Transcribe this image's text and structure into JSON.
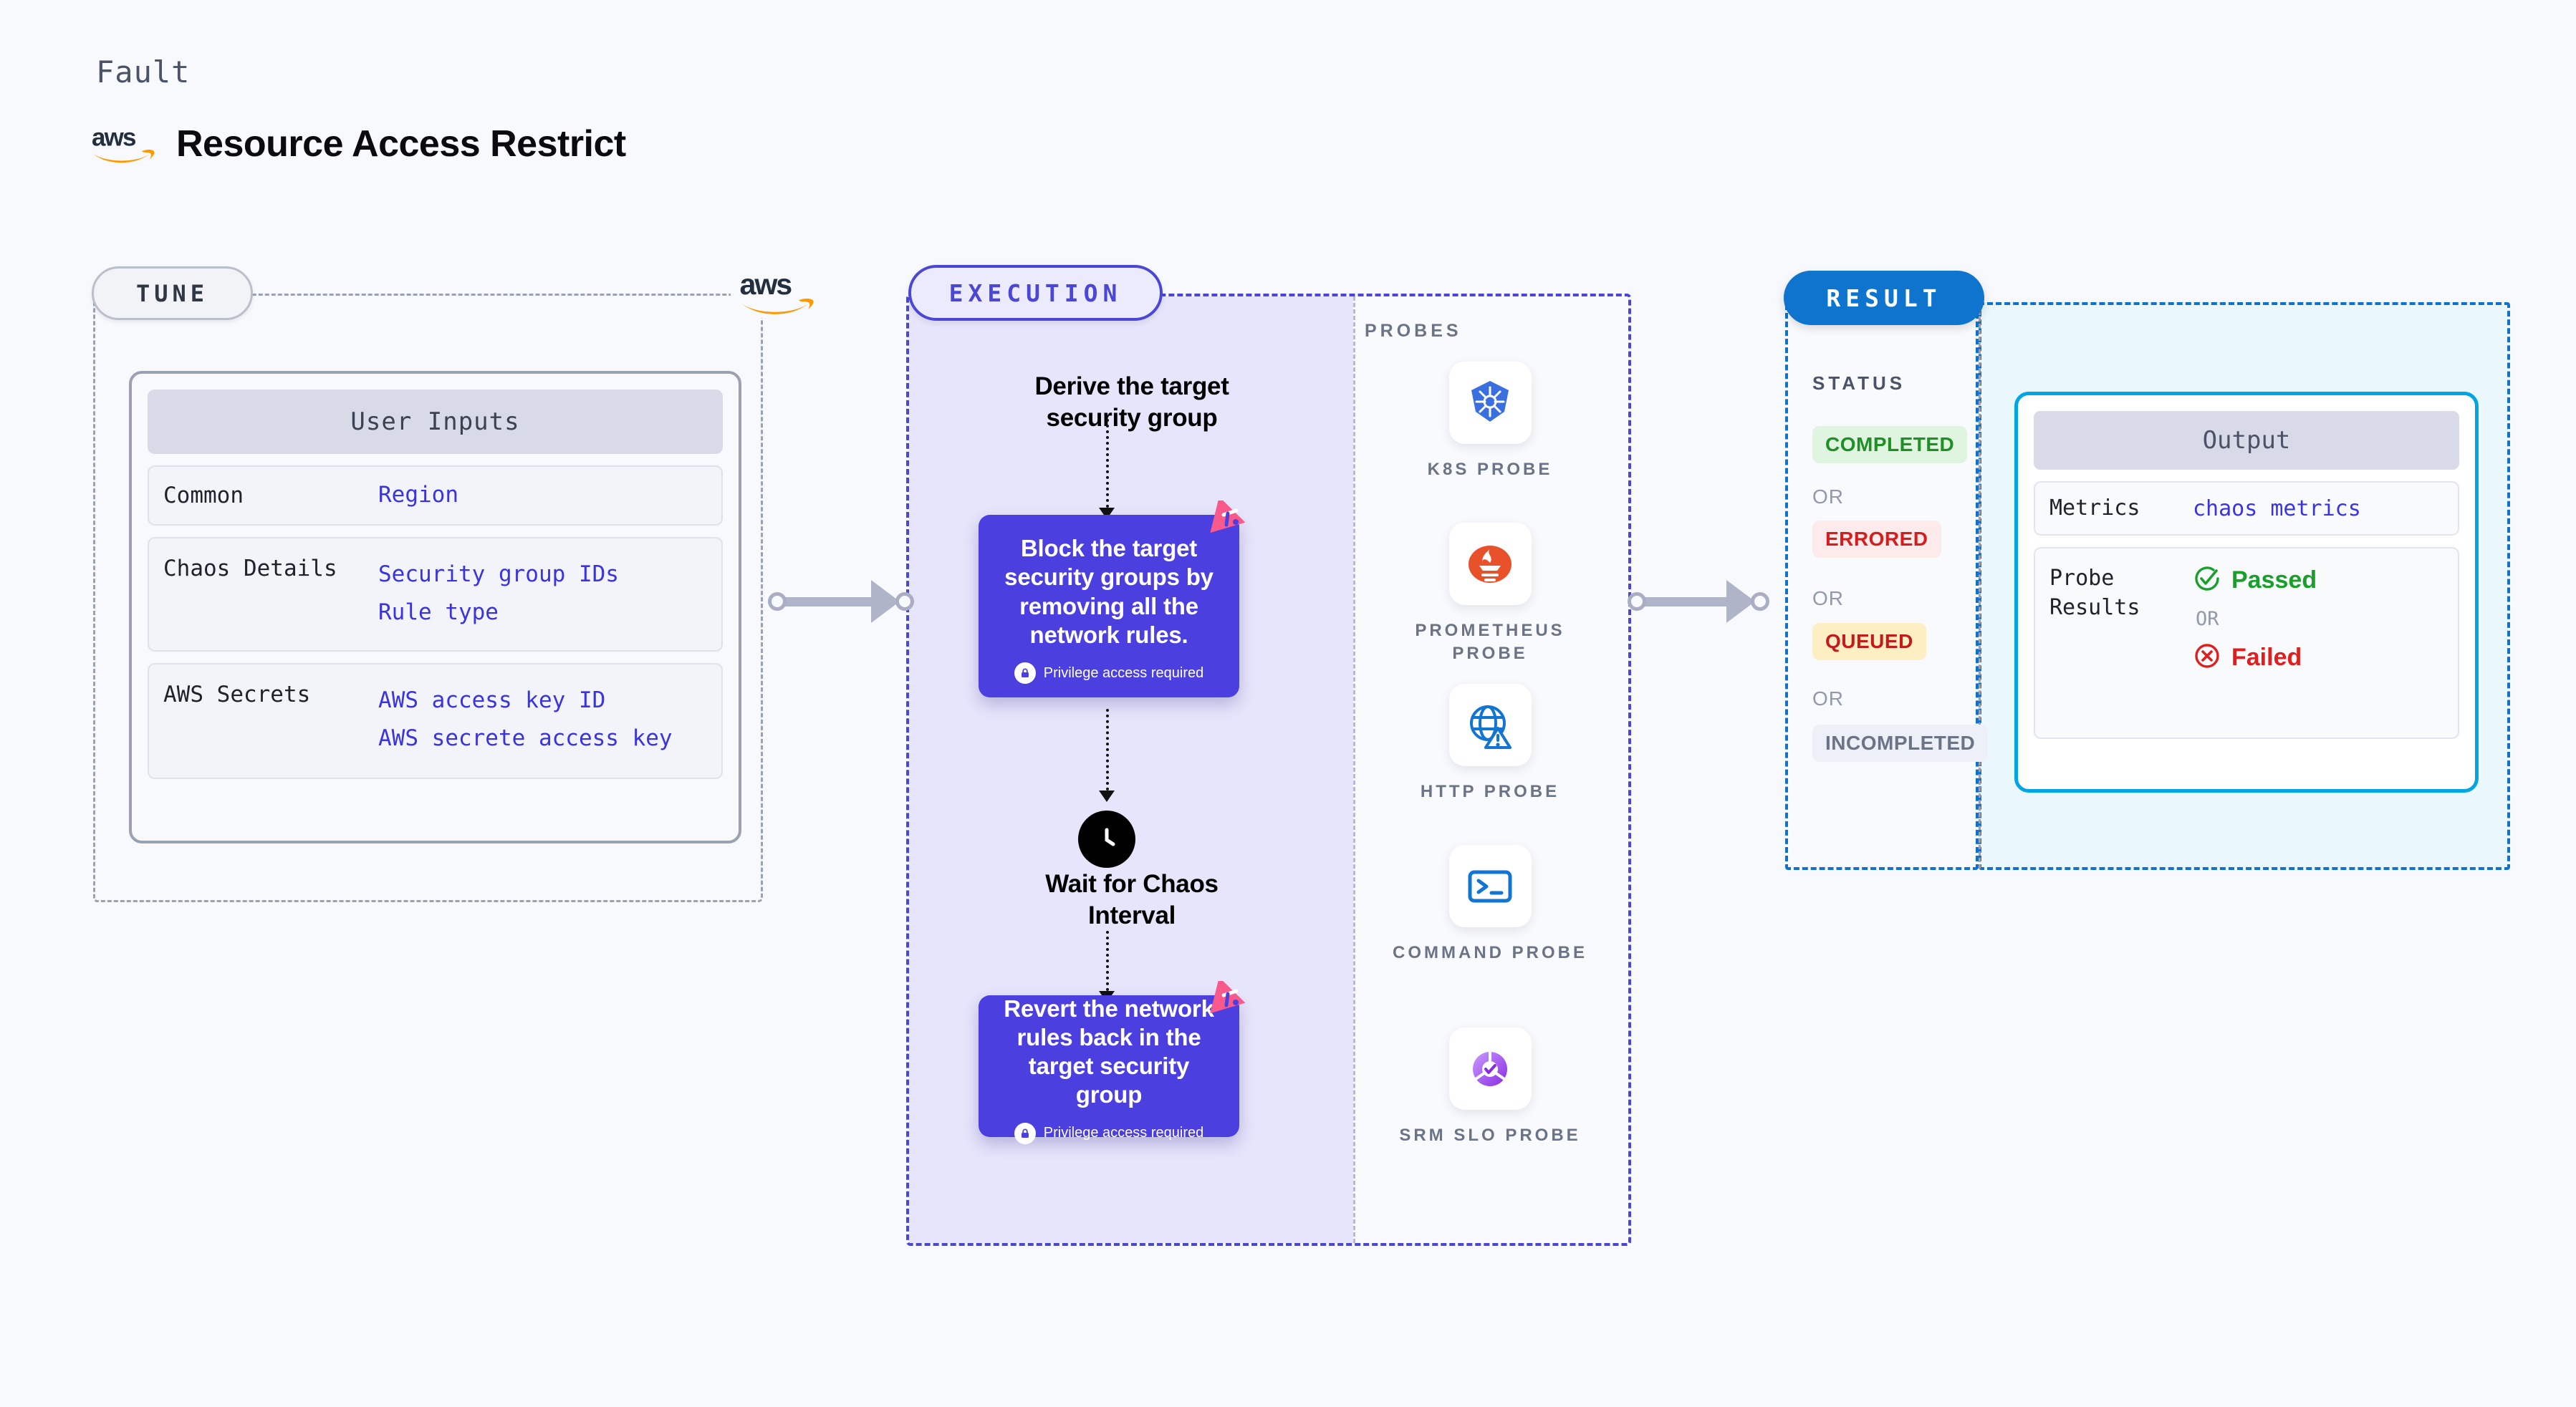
{
  "header": {
    "kicker": "Fault",
    "title": "Resource Access Restrict",
    "logo_alt": "aws-logo"
  },
  "tune": {
    "badge": "TUNE",
    "card_title": "User Inputs",
    "rows": [
      {
        "key": "Common",
        "values": [
          "Region"
        ]
      },
      {
        "key": "Chaos Details",
        "values": [
          "Security group IDs",
          "Rule type"
        ]
      },
      {
        "key": "AWS Secrets",
        "values": [
          "AWS access key ID",
          "AWS secrete access key"
        ]
      }
    ]
  },
  "execution": {
    "badge": "EXECUTION",
    "step_derive": "Derive the target security group",
    "card_block": {
      "text": "Block the target security groups by removing all the network rules.",
      "privilege": "Privilege access required"
    },
    "step_wait": "Wait for Chaos Interval",
    "card_revert": {
      "text": "Revert the network rules back in the target security group",
      "privilege": "Privilege access required"
    }
  },
  "probes": {
    "title": "PROBES",
    "items": [
      {
        "label": "K8S PROBE",
        "icon": "kubernetes-icon"
      },
      {
        "label": "PROMETHEUS PROBE",
        "icon": "prometheus-icon"
      },
      {
        "label": "HTTP PROBE",
        "icon": "globe-warning-icon"
      },
      {
        "label": "COMMAND PROBE",
        "icon": "terminal-icon"
      },
      {
        "label": "SRM SLO PROBE",
        "icon": "srm-slo-icon"
      }
    ]
  },
  "result": {
    "badge": "RESULT",
    "status_title": "STATUS",
    "or_label": "OR",
    "statuses": [
      {
        "label": "COMPLETED",
        "bg": "#dff5e0",
        "fg": "#1f8f26"
      },
      {
        "label": "ERRORED",
        "bg": "#fdeaea",
        "fg": "#d51d1d"
      },
      {
        "label": "QUEUED",
        "bg": "#fdefc3",
        "fg": "#c41a1a"
      },
      {
        "label": "INCOMPLETED",
        "bg": "#eef0f7",
        "fg": "#6b7387"
      }
    ],
    "output": {
      "title": "Output",
      "metrics_key": "Metrics",
      "metrics_value": "chaos metrics",
      "probe_key": "Probe Results",
      "passed": "Passed",
      "failed": "Failed",
      "or_label": "OR"
    }
  },
  "colors": {
    "execution_purple": "#4b47d6",
    "card_purple": "#4b3fe0",
    "result_blue": "#0f74ce",
    "output_border": "#00a5e3",
    "litmus_pink": "#f9598b",
    "aws_orange": "#ff9900",
    "aws_dark": "#232f3e",
    "value_blue": "#3a33e0"
  }
}
